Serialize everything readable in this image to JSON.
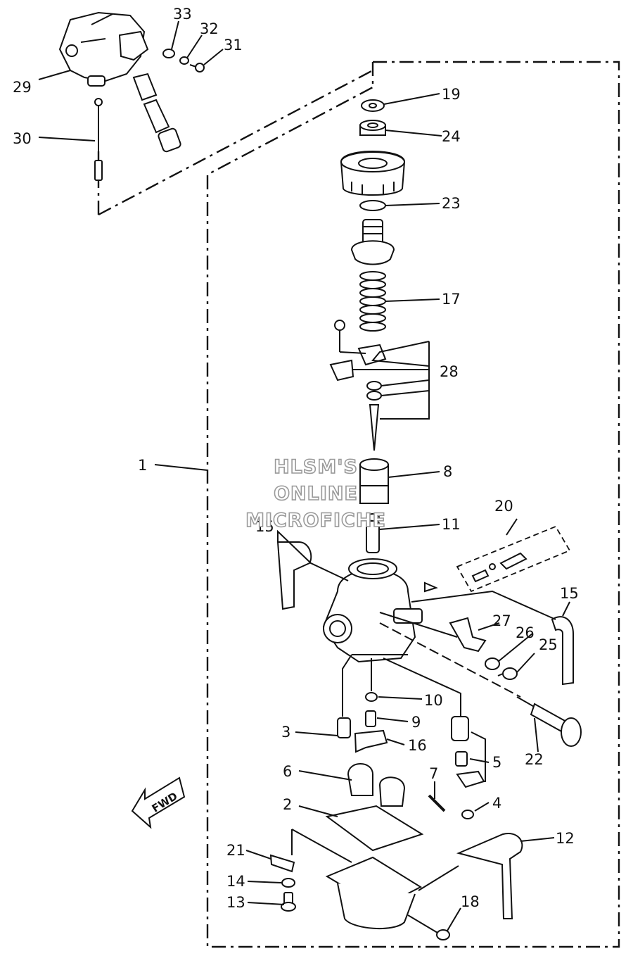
{
  "diagram": {
    "callouts": [
      "1",
      "2",
      "3",
      "4",
      "5",
      "6",
      "7",
      "8",
      "9",
      "10",
      "11",
      "12",
      "13",
      "14",
      "15",
      "15",
      "16",
      "17",
      "18",
      "19",
      "20",
      "21",
      "22",
      "23",
      "24",
      "25",
      "26",
      "27",
      "28",
      "29",
      "30",
      "31",
      "32",
      "33"
    ],
    "watermark": [
      "HLSM'S",
      "ONLINE",
      "MICROFICHE"
    ],
    "direction_label": "FWD"
  }
}
